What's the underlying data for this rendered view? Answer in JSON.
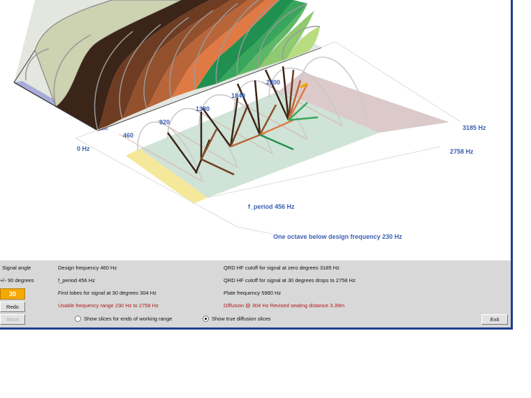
{
  "scene": {
    "freq_ticks": [
      "0 Hz",
      "460",
      "920",
      "1380",
      "1840",
      "2300"
    ],
    "cutoff_zero_label": "3185 Hz",
    "cutoff_angle_label": "2758 Hz",
    "f_period_label": "f_period  456 Hz",
    "octave_label": "One octave below design frequency  230 Hz"
  },
  "panel": {
    "signal_angle_label": "Signal angle",
    "range_label": "+/- 90 degrees",
    "angle_value": "30",
    "redo_label": "Redo",
    "abort_label": "Abort",
    "design_frequency": "Design frequency  460 Hz",
    "f_period": "f_period  456 Hz",
    "first_lobes": "First lobes for signal at  30 degrees  304 Hz",
    "usable_range": "Usable frequency range  230 Hz to  2758 Hz",
    "qrd_zero": "QRD HF cutoff for signal at zero degrees  3185 Hz",
    "qrd_angle": "QRD HF cutoff for signal at  30 degrees drops to  2758 Hz",
    "plate_frequency": "Plate frequency  5980 Hz",
    "diffusion": "Diffusion @ 304  Hz Revised seating distance 3.39m",
    "radio_ends": "Show slices for ends of working range",
    "radio_true": "Show true diffusion slices",
    "exit_label": "Exit"
  },
  "colors": {
    "accent": "#f5a800",
    "frame": "#1a3d8f",
    "warning": "#b01818",
    "label": "#3a5fb0"
  }
}
